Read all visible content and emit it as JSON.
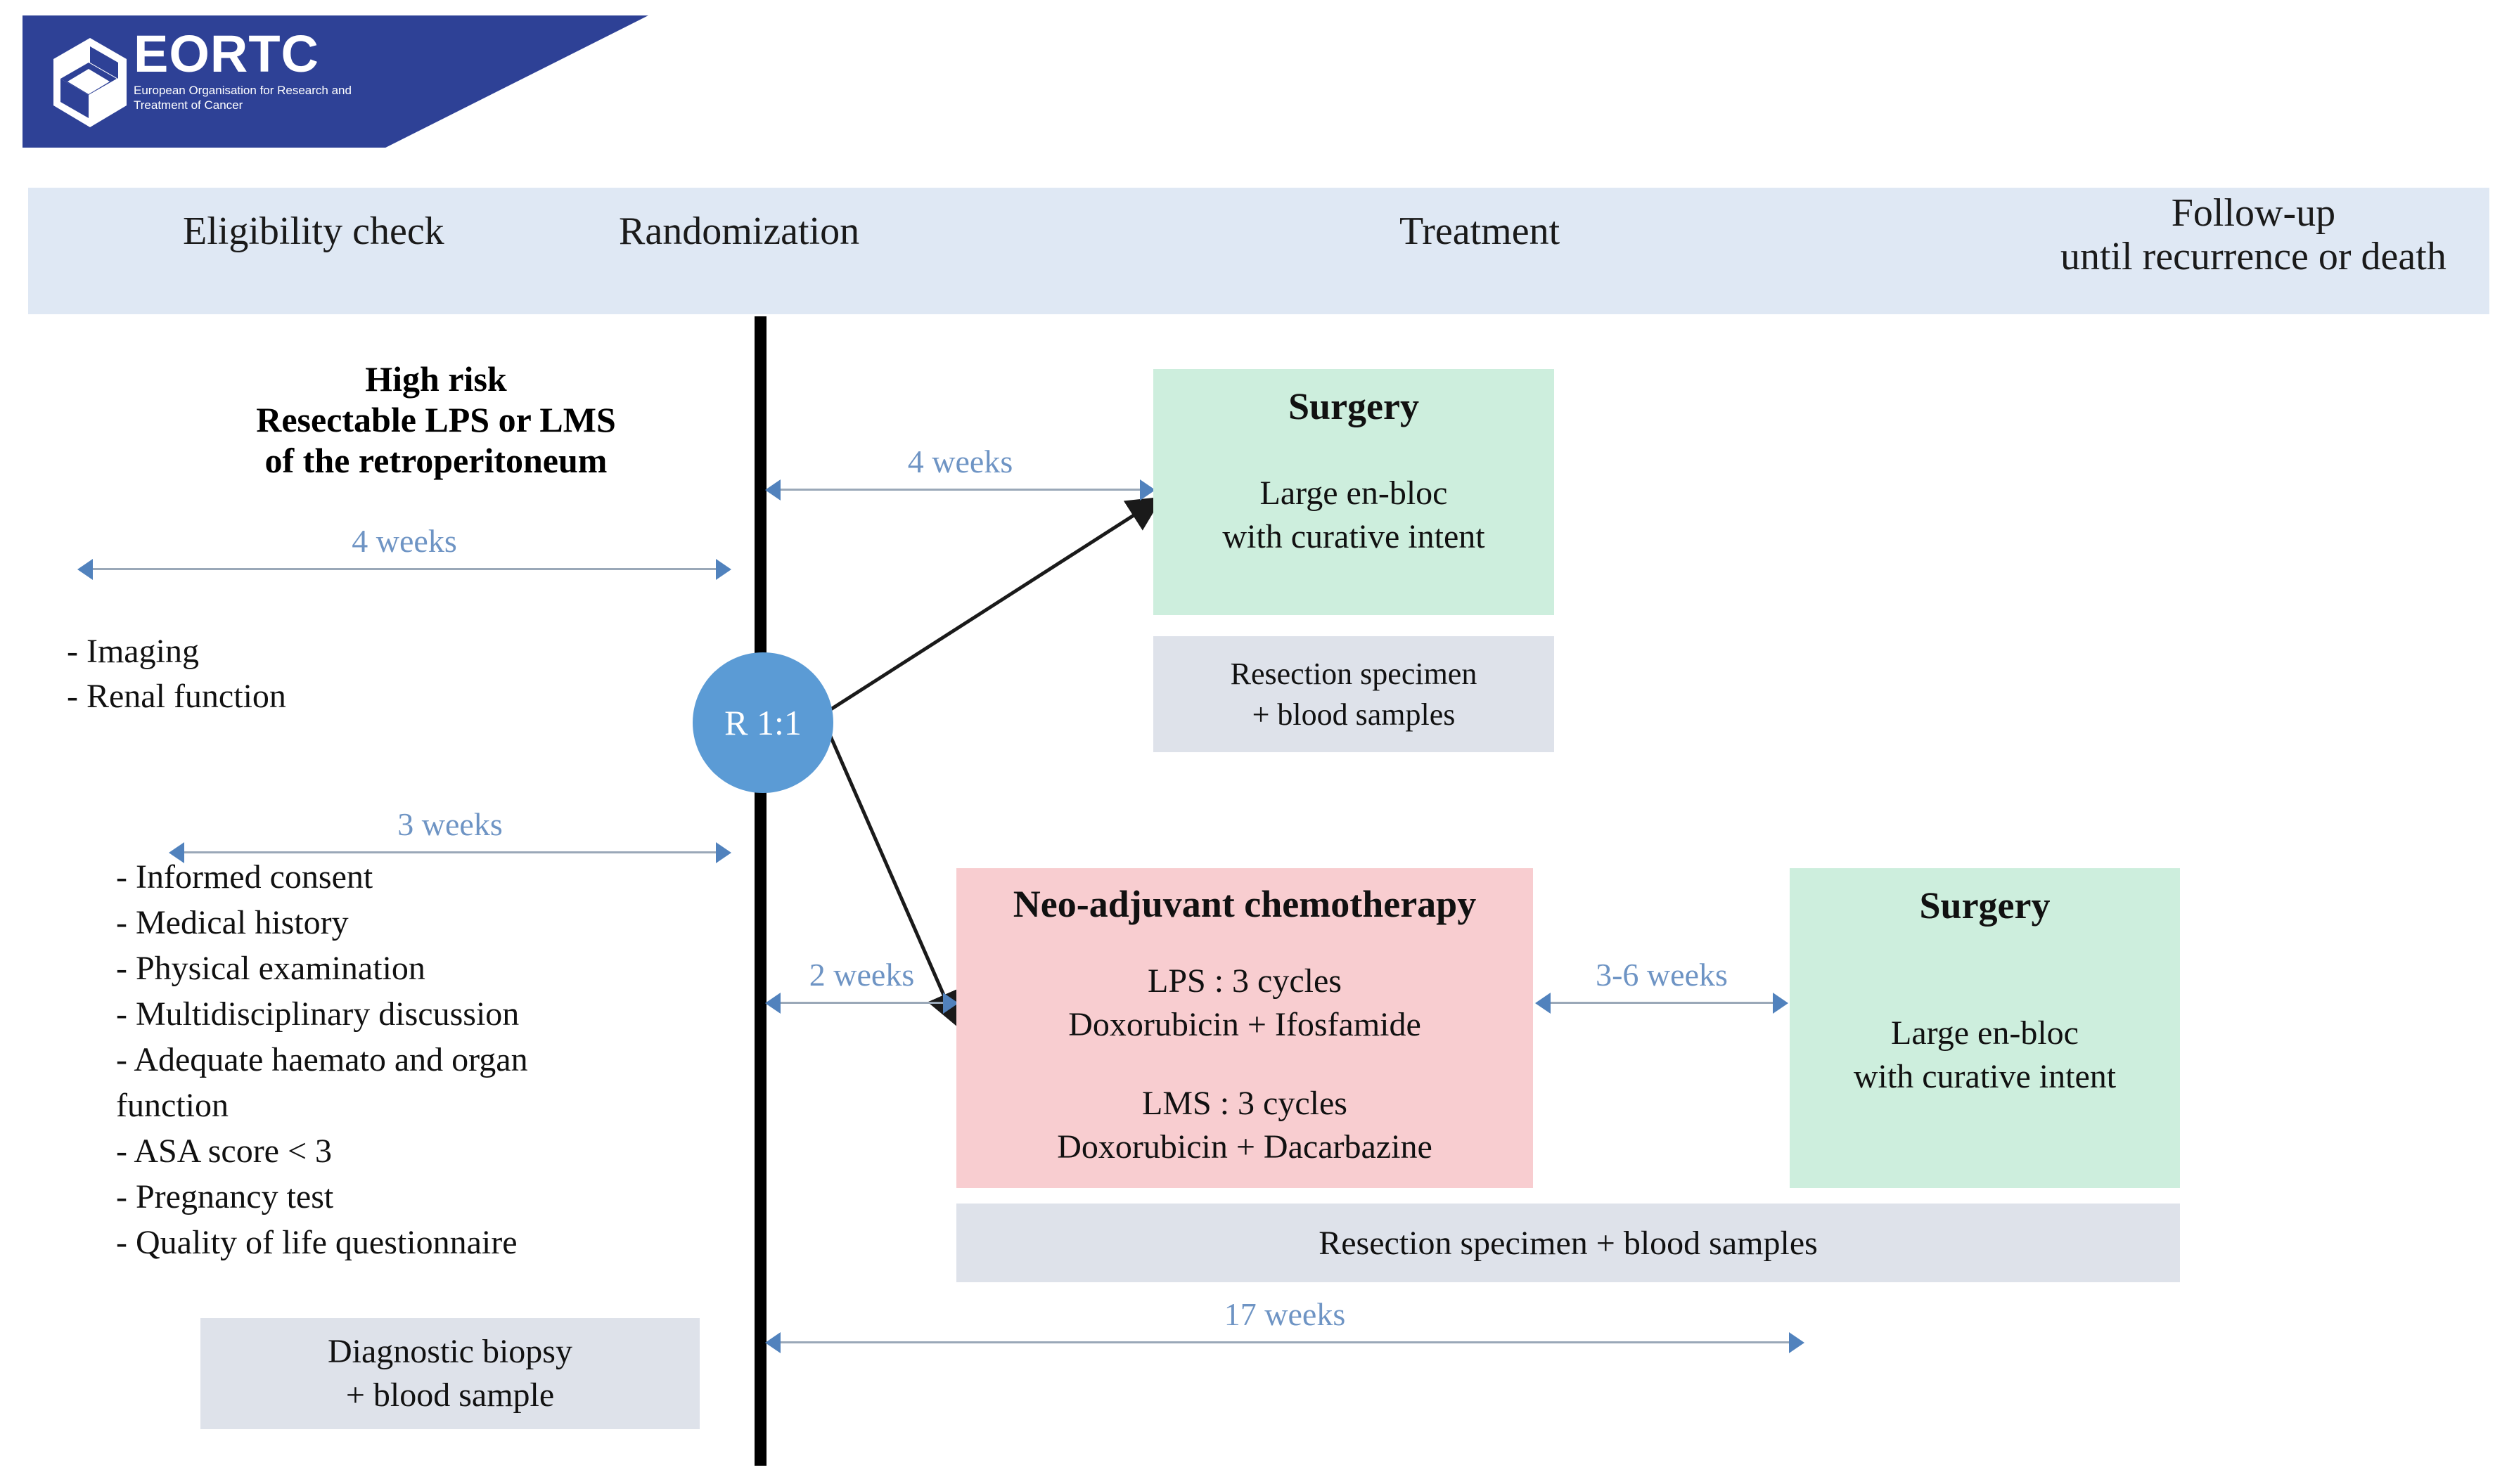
{
  "logo": {
    "title": "EORTC",
    "tagline": "European Organisation for Research and Treatment of Cancer",
    "background_color": "#2e4196"
  },
  "phases": {
    "eligibility": "Eligibility check",
    "randomization": "Randomization",
    "treatment": "Treatment",
    "followup_line1": "Follow-up",
    "followup_line2": "until recurrence or death",
    "bar_color": "#dfe8f4"
  },
  "population": {
    "line1": "High risk",
    "line2": "Resectable LPS or LMS",
    "line3": "of the retroperitoneum"
  },
  "baseline_assessments": [
    "- Imaging",
    "- Renal function"
  ],
  "eligibility_assessments": [
    "- Informed consent",
    "- Medical history",
    "- Physical examination",
    "- Multidisciplinary discussion",
    "- Adequate haemato and organ",
    "function",
    "- ASA score < 3",
    "- Pregnancy test",
    "- Quality of life questionnaire"
  ],
  "biopsy_box": {
    "line1": "Diagnostic biopsy",
    "line2": "+ blood sample",
    "color": "#dee2ea"
  },
  "randomization": {
    "ratio_label": "R 1:1",
    "circle_color": "#5b9bd5",
    "line_color": "#000000"
  },
  "arm_a": {
    "surgery": {
      "title": "Surgery",
      "body_line1": "Large en-bloc",
      "body_line2": "with curative intent",
      "color": "#cdeedd"
    },
    "specimen": {
      "line1": "Resection specimen",
      "line2": "+ blood samples",
      "color": "#dee2ea"
    }
  },
  "arm_b": {
    "chemo": {
      "title": "Neo-adjuvant chemotherapy",
      "lps_cycles": "LPS : 3 cycles",
      "lps_drugs": "Doxorubicin + Ifosfamide",
      "lms_cycles": "LMS : 3 cycles",
      "lms_drugs": "Doxorubicin + Dacarbazine",
      "color": "#f8cdd0"
    },
    "surgery": {
      "title": "Surgery",
      "body_line1": "Large en-bloc",
      "body_line2": "with curative intent",
      "color": "#cdeedd"
    },
    "specimen": {
      "label": "Resection specimen + blood samples",
      "color": "#dee2ea"
    }
  },
  "durations": {
    "screening": "4 weeks",
    "workup": "3 weeks",
    "random_to_surgery": "4 weeks",
    "random_to_chemo": "2 weeks",
    "chemo_to_surgery": "3-6 weeks",
    "total_arm_b": "17 weeks",
    "label_color": "#6e94c4"
  }
}
